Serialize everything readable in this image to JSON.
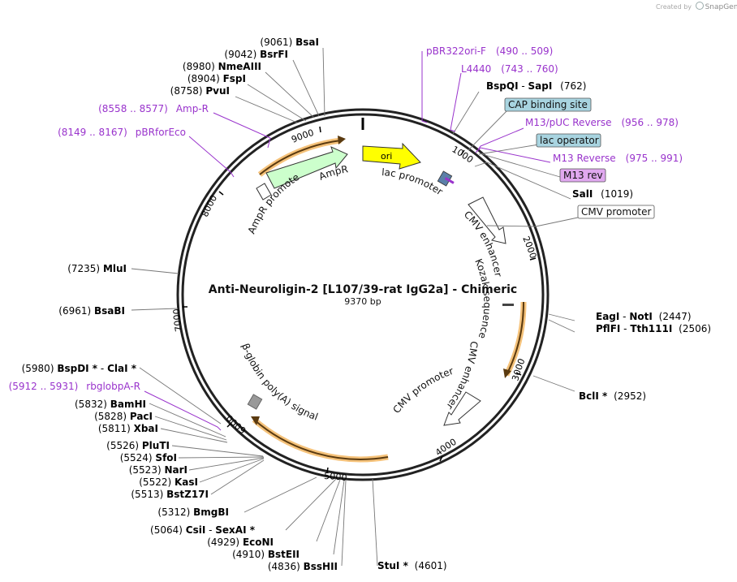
{
  "header": {
    "credit_prefix": "Created by",
    "credit_brand": "SnapGene"
  },
  "plasmid": {
    "name": "Anti-Neuroligin-2 [L107/39-rat IgG2a] - Chimeric",
    "length_label": "9370 bp"
  },
  "ticks": [
    "1000",
    "2000",
    "3000",
    "4000",
    "5000",
    "6000",
    "7000",
    "8000",
    "9000"
  ],
  "enzymes": [
    {
      "name": "BsaI",
      "pos": "(9061)"
    },
    {
      "name": "BsrFI",
      "pos": "(9042)"
    },
    {
      "name": "NmeAIII",
      "pos": "(8980)"
    },
    {
      "name": "FspI",
      "pos": "(8904)"
    },
    {
      "name": "PvuI",
      "pos": "(8758)"
    },
    {
      "name": "BspQI",
      "name2": "SapI",
      "pos": "(762)"
    },
    {
      "name": "SalI",
      "pos": "(1019)"
    },
    {
      "name": "EagI",
      "name2": "NotI",
      "pos": "(2447)"
    },
    {
      "name": "PflFI",
      "name2": "Tth111I",
      "pos": "(2506)"
    },
    {
      "name": "BclI *",
      "pos": "(2952)"
    },
    {
      "name": "StuI *",
      "pos": "(4601)"
    },
    {
      "name": "BssHII",
      "pos": "(4836)"
    },
    {
      "name": "BstEII",
      "pos": "(4910)"
    },
    {
      "name": "EcoNI",
      "pos": "(4929)"
    },
    {
      "name": "CsiI",
      "name2": "SexAI *",
      "pos": "(5064)"
    },
    {
      "name": "BmgBI",
      "pos": "(5312)"
    },
    {
      "name": "BstZ17I",
      "pos": "(5513)"
    },
    {
      "name": "KasI",
      "pos": "(5522)"
    },
    {
      "name": "NarI",
      "pos": "(5523)"
    },
    {
      "name": "SfoI",
      "pos": "(5524)"
    },
    {
      "name": "PluTI",
      "pos": "(5526)"
    },
    {
      "name": "XbaI",
      "pos": "(5811)"
    },
    {
      "name": "PacI",
      "pos": "(5828)"
    },
    {
      "name": "BamHI",
      "pos": "(5832)"
    },
    {
      "name": "BspDI *",
      "name2": "ClaI *",
      "pos": "(5980)"
    },
    {
      "name": "BsaBI",
      "pos": "(6961)"
    },
    {
      "name": "MluI",
      "pos": "(7235)"
    }
  ],
  "primers": [
    {
      "name": "pBR322ori-F",
      "pos": "(490 .. 509)"
    },
    {
      "name": "L4440",
      "pos": "(743 .. 760)"
    },
    {
      "name": "M13/pUC Reverse",
      "pos": "(956 .. 978)"
    },
    {
      "name": "M13 Reverse",
      "pos": "(975 .. 991)"
    },
    {
      "name": "Amp-R",
      "pos": "(8558 .. 8577)"
    },
    {
      "name": "pBRforEco",
      "pos": "(8149 .. 8167)"
    },
    {
      "name": "rbglobpA-R",
      "pos": "(5912 .. 5931)"
    }
  ],
  "boxed_features": [
    {
      "name": "CAP binding site",
      "fill": "#a8d4e0"
    },
    {
      "name": "lac operator",
      "fill": "#a8d4e0"
    },
    {
      "name": "M13 rev",
      "fill": "#e0a8ef"
    },
    {
      "name": "CMV promoter",
      "fill": "#ffffff"
    }
  ],
  "features": {
    "ori": "ori",
    "lac_promoter": "lac promoter",
    "cmv_enhancer_1": "CMV enhancer",
    "kozak": "Kozak sequence",
    "cmv_enhancer_2": "CMV enhancer",
    "cmv_promoter_2": "CMV promoter",
    "bglobin": "β-globin poly(A) signal",
    "ampr": "AmpR",
    "ampr_promoter": "AmpR promoter"
  },
  "colors": {
    "primer": "#9933cc",
    "ori": "#ffff00",
    "ampr": "#ccffcc",
    "orf": "#f0a830",
    "backbone": "#222222"
  }
}
